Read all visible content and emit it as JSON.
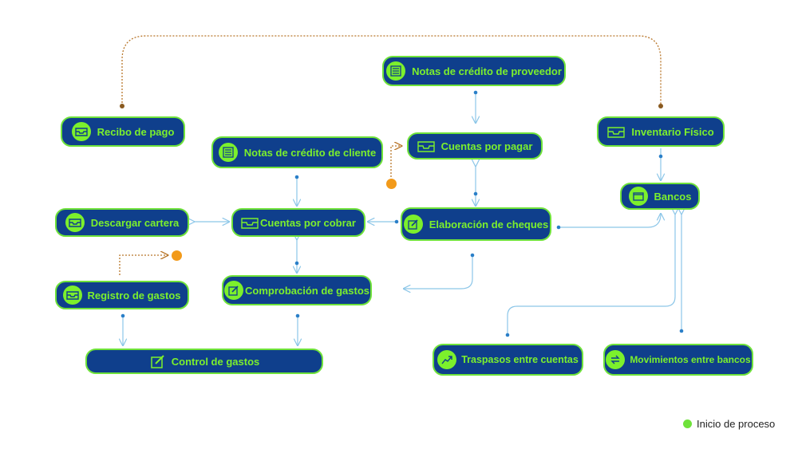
{
  "colors": {
    "node_fill": "#0f3f8c",
    "node_text": "#7cf02c",
    "node_border": "#6fe23a",
    "connector": "#8cc6e8",
    "dashed_connector": "#b8762a",
    "start_marker": "#f29a1a"
  },
  "nodes": {
    "recibo_pago": {
      "label": "Recibo de pago",
      "icon": "inbox-icon"
    },
    "notas_credito_cliente": {
      "label": "Notas de crédito de cliente",
      "icon": "list-icon"
    },
    "notas_credito_proveedor": {
      "label": "Notas de crédito de proveedor",
      "icon": "list-icon"
    },
    "cuentas_por_pagar": {
      "label": "Cuentas por pagar",
      "icon": "inbox-icon"
    },
    "inventario_fisico": {
      "label": "Inventario Físico",
      "icon": "inbox-icon"
    },
    "bancos": {
      "label": "Bancos",
      "icon": "folder-icon"
    },
    "descargar_cartera": {
      "label": "Descargar cartera",
      "icon": "inbox-icon"
    },
    "cuentas_por_cobrar": {
      "label": "Cuentas por cobrar",
      "icon": "inbox-icon"
    },
    "elaboracion_cheques": {
      "label": "Elaboración de cheques",
      "icon": "edit-icon"
    },
    "registro_gastos": {
      "label": "Registro de gastos",
      "icon": "inbox-icon"
    },
    "comprobacion_gastos": {
      "label": "Comprobación de gastos",
      "icon": "edit-icon"
    },
    "control_gastos": {
      "label": "Control de gastos",
      "icon": "edit-icon"
    },
    "traspasos_cuentas": {
      "label": "Traspasos entre cuentas",
      "icon": "transfer-icon"
    },
    "movimientos_bancos": {
      "label": "Movimientos entre bancos",
      "icon": "exchange-icon"
    }
  },
  "legend": {
    "label": "Inicio de proceso",
    "color": "#6fe23a"
  }
}
